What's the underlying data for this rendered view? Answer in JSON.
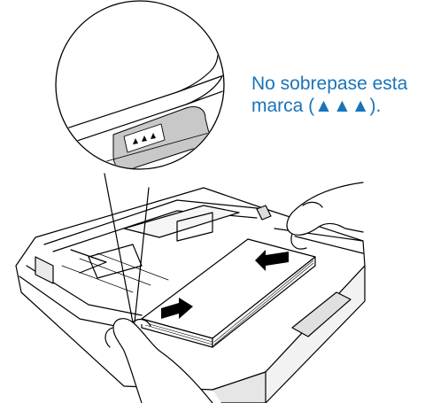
{
  "callout": {
    "line1": "No sobrepase esta",
    "line2": "marca (▲▲▲)."
  },
  "mark": {
    "symbol": "▲▲▲"
  },
  "colors": {
    "text_accent": "#1a73b8",
    "line_art": "#000000",
    "tray_shade": "#d9d9d9",
    "mark_highlight": "#c8c8c8"
  },
  "icons": [
    "magnifier-callout",
    "arrow-left",
    "arrow-right",
    "hand-left",
    "hand-right"
  ]
}
